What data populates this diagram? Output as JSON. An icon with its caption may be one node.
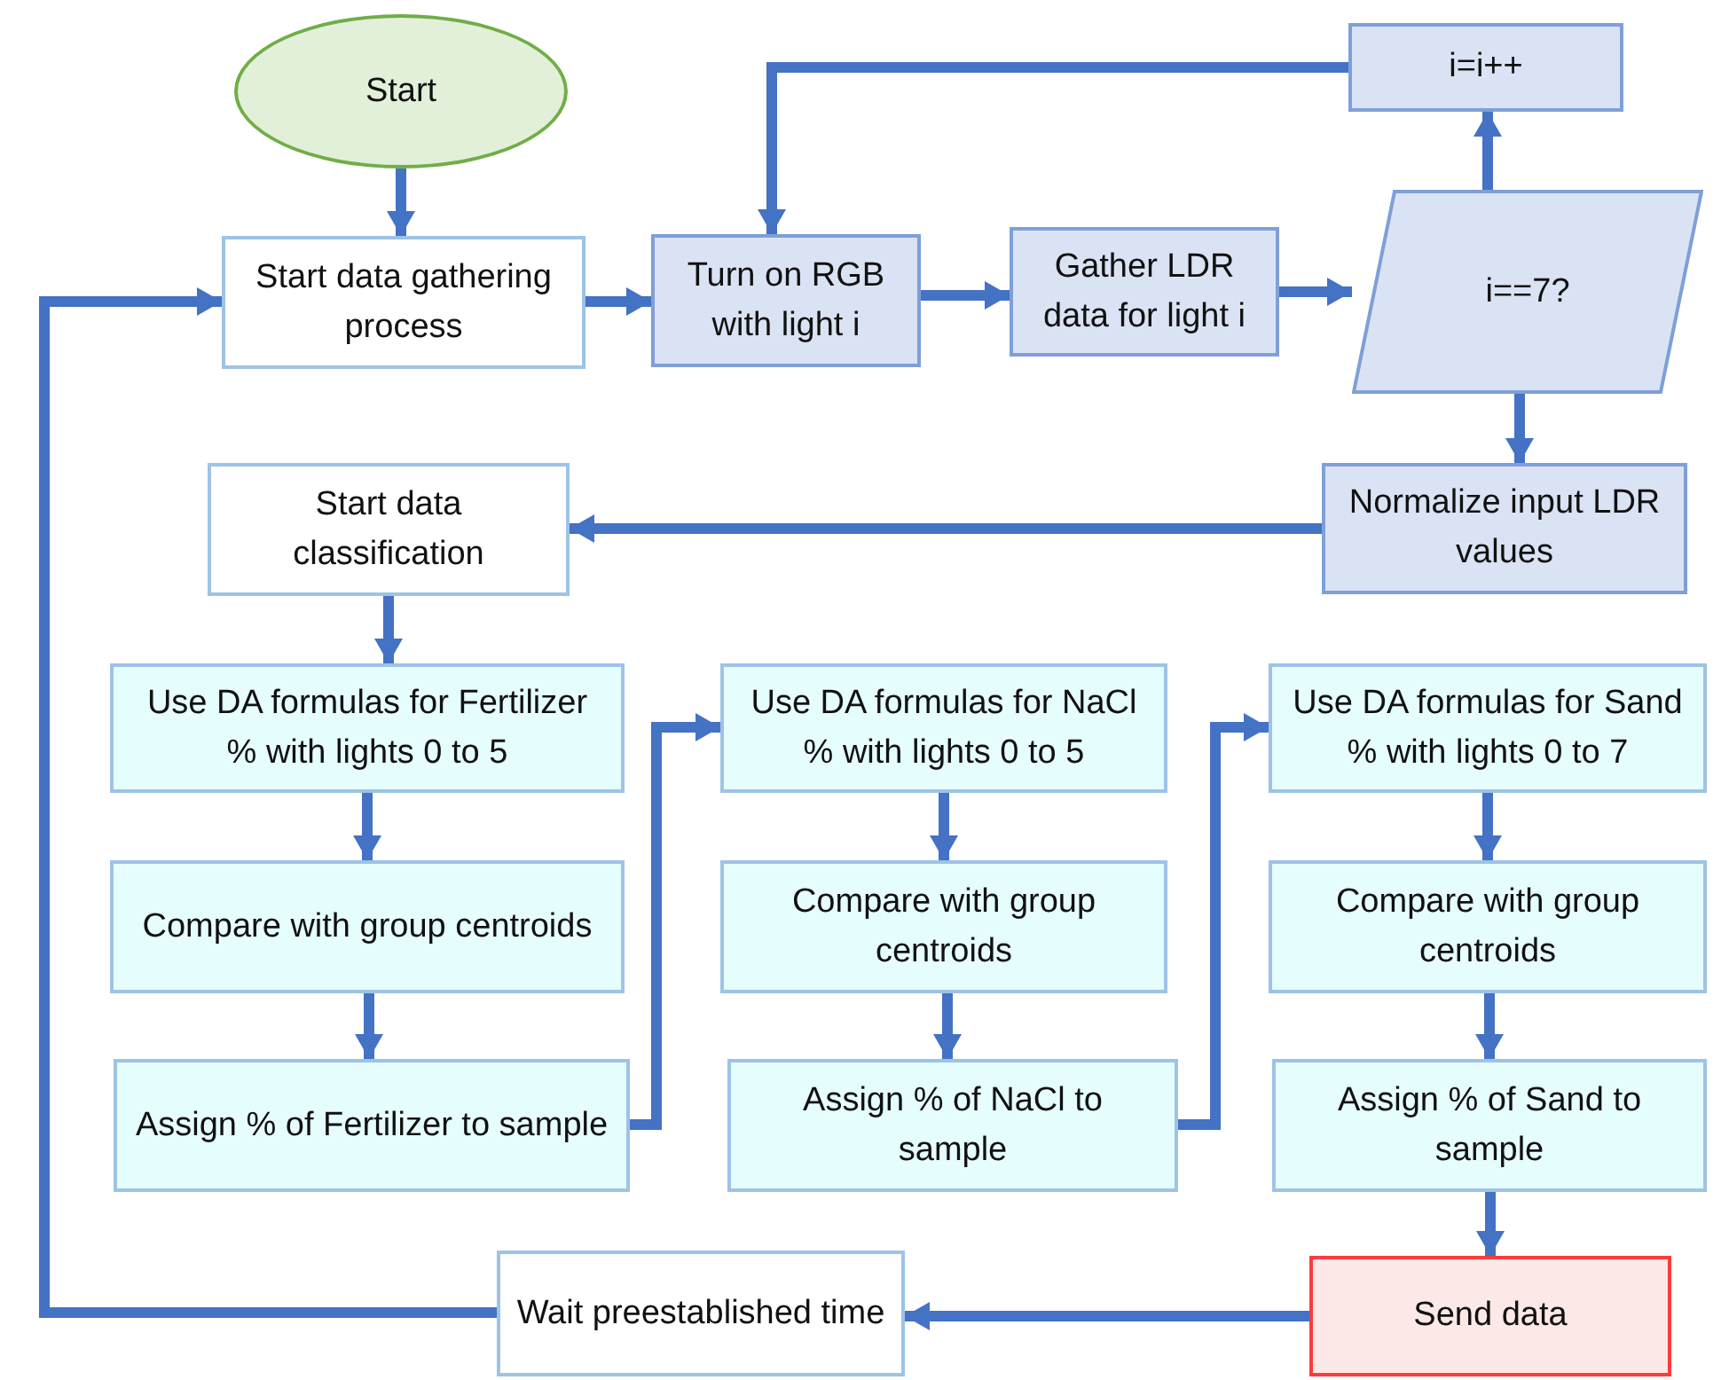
{
  "diagram": {
    "nodes": [
      {
        "text": [
          "Start"
        ]
      },
      {
        "text": [
          "Start data gathering process"
        ]
      },
      {
        "text": [
          "Turn on RGB with light i"
        ]
      },
      {
        "text": [
          "Gather LDR data for light i"
        ]
      },
      {
        "text": [
          "i==7?"
        ]
      },
      {
        "text": [
          "i=i++"
        ]
      },
      {
        "text": [
          "Normalize input LDR values"
        ]
      },
      {
        "text": [
          "Start data classification"
        ]
      },
      {
        "text": [
          "Use DA formulas for Fertilizer % with lights 0 to 5"
        ]
      },
      {
        "text": [
          "Use DA formulas for NaCl % with lights 0 to 5"
        ]
      },
      {
        "text": [
          "Use DA formulas for Sand % with lights 0 to 7"
        ]
      },
      {
        "text": [
          "Compare with group centroids"
        ]
      },
      {
        "text": [
          "Compare with group centroids"
        ]
      },
      {
        "text": [
          "Compare with group centroids"
        ]
      },
      {
        "text": [
          "Assign % of Fertilizer to sample"
        ]
      },
      {
        "text": [
          "Assign % of NaCl to sample"
        ]
      },
      {
        "text": [
          "Assign % of Sand to sample"
        ]
      },
      {
        "text": [
          "Wait preestablished time"
        ]
      },
      {
        "text": [
          "Send data"
        ]
      }
    ],
    "edges": [
      {
        "from": 0,
        "to": 1,
        "arrow": "to"
      },
      {
        "from": 1,
        "to": 2,
        "arrow": "to"
      },
      {
        "from": 2,
        "to": 3,
        "arrow": "to"
      },
      {
        "from": 3,
        "to": 4,
        "arrow": "to"
      },
      {
        "from": 4,
        "to": 5,
        "arrow": "to"
      },
      {
        "from": 5,
        "to": 2,
        "arrow": "to"
      },
      {
        "from": 4,
        "to": 6,
        "arrow": "to"
      },
      {
        "from": 6,
        "to": 7,
        "arrow": "to"
      },
      {
        "from": 7,
        "to": 8,
        "arrow": "to"
      },
      {
        "from": 8,
        "to": 11,
        "arrow": "to"
      },
      {
        "from": 11,
        "to": 14,
        "arrow": "to"
      },
      {
        "from": 14,
        "to": 9,
        "arrow": "to"
      },
      {
        "from": 9,
        "to": 12,
        "arrow": "to"
      },
      {
        "from": 12,
        "to": 15,
        "arrow": "to"
      },
      {
        "from": 15,
        "to": 10,
        "arrow": "to"
      },
      {
        "from": 10,
        "to": 13,
        "arrow": "to"
      },
      {
        "from": 13,
        "to": 16,
        "arrow": "to"
      },
      {
        "from": 16,
        "to": 18,
        "arrow": "to"
      },
      {
        "from": 18,
        "to": 17,
        "arrow": "to"
      },
      {
        "from": 17,
        "to": 1,
        "arrow": "to"
      }
    ]
  }
}
